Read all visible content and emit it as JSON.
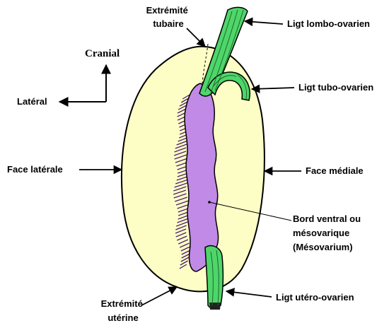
{
  "labels": {
    "extremite_tubaire": [
      "Extrémité",
      "tubaire"
    ],
    "ligt_lombo_ovarien": "Ligt lombo-ovarien",
    "cranial": "Cranial",
    "lateral": "Latéral",
    "ligt_tubo_ovarien": "Ligt tubo-ovarien",
    "face_laterale": "Face latérale",
    "face_mediale": "Face médiale",
    "bord_ventral": [
      "Bord ventral ou",
      "mésovarique",
      "(Mésovarium)"
    ],
    "ligt_utero_ovarien": "Ligt utéro-ovarien",
    "extremite_uterine": [
      "Extrémité",
      "utérine"
    ]
  },
  "colors": {
    "ovary_fill": "#fdfdc6",
    "mesovarium_fill": "#c08ae6",
    "ligament_fill": "#4fd66a",
    "outline": "#000000"
  }
}
